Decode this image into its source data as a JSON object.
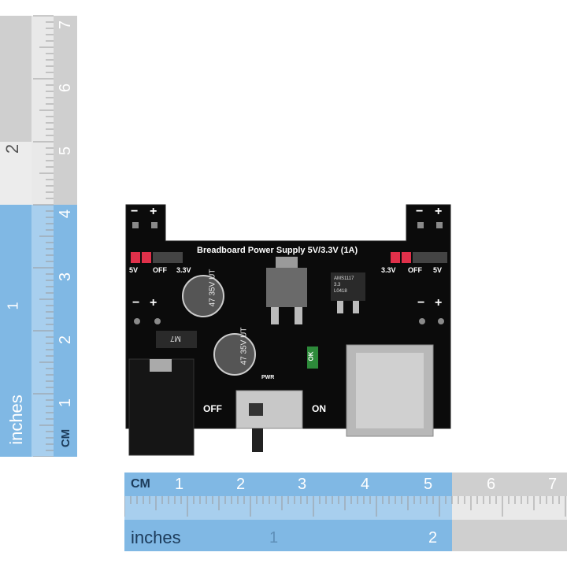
{
  "board": {
    "title": "Breadboard Power Supply 5V/3.3V (1A)",
    "rail_labels": {
      "minus": "−",
      "plus": "+"
    },
    "jumper_left": [
      "5V",
      "OFF",
      "3.3V"
    ],
    "jumper_right": [
      "3.3V",
      "OFF",
      "5V"
    ],
    "cap_text": [
      "47",
      "35V",
      "UT"
    ],
    "regulator_text": [
      "AMS1117",
      "3.3",
      "L0418"
    ],
    "m7_text": "M7",
    "pwr_text": "PWR",
    "led_text": "OK",
    "switch_off": "OFF",
    "switch_on": "ON"
  },
  "vertical_ruler": {
    "inch_label": "inches",
    "cm_label": "CM",
    "inch_numbers": [
      "1",
      "2"
    ],
    "cm_numbers": [
      "1",
      "2",
      "3",
      "4",
      "5",
      "6",
      "7"
    ]
  },
  "horizontal_ruler": {
    "cm_label": "CM",
    "inch_label": "inches",
    "cm_numbers": [
      "1",
      "2",
      "3",
      "4",
      "5",
      "6",
      "7"
    ],
    "inch_numbers": [
      "1",
      "2"
    ]
  },
  "colors": {
    "ruler_blue": "#7fb7e3",
    "ruler_gray": "#cfcfcf",
    "pcb": "#0b0b0b",
    "header_red": "#e0304a"
  }
}
